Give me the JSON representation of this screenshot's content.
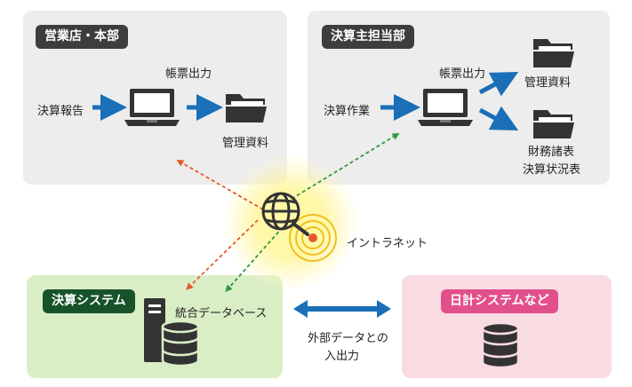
{
  "branch": {
    "title": "営業店・本部",
    "input_label": "決算報告",
    "output_label": "帳票出力",
    "result_label": "管理資料"
  },
  "accounting_dept": {
    "title": "決算主担当部",
    "input_label": "決算作業",
    "output_label": "帳票出力",
    "result_label_1": "管理資料",
    "result_label_2_line1": "財務諸表",
    "result_label_2_line2": "決算状況表"
  },
  "network": {
    "label": "イントラネット"
  },
  "settlement_system": {
    "title": "決算システム",
    "db_label": "統合データベース"
  },
  "other_systems": {
    "title": "日計システムなど"
  },
  "exchange": {
    "line1": "外部データとの",
    "line2": "入出力"
  },
  "colors": {
    "arrow_blue": "#1a6fb8",
    "dotted_orange": "#e8582a",
    "dotted_green": "#2e9a3e",
    "icon_dark": "#333333",
    "panel_gray": "#ededed",
    "panel_green": "#daeec6",
    "panel_pink": "#f9dbe2"
  }
}
